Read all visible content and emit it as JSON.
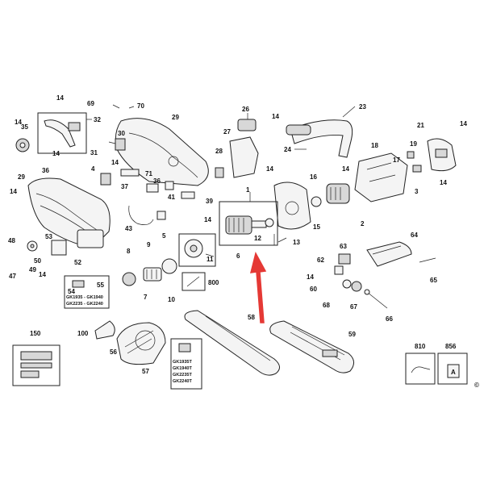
{
  "labels": {
    "l1": "1",
    "l2": "2",
    "l3": "3",
    "l4": "4",
    "l5": "5",
    "l6": "6",
    "l7": "7",
    "l8": "8",
    "l9": "9",
    "l10": "10",
    "l11": "11",
    "l12": "12",
    "l13": "13",
    "l14a": "14",
    "l14b": "14",
    "l14c": "14",
    "l14d": "14",
    "l14e": "14",
    "l14f": "14",
    "l14g": "14",
    "l14h": "14",
    "l14i": "14",
    "l14j": "14",
    "l14k": "14",
    "l15": "15",
    "l16": "16",
    "l17": "17",
    "l18": "18",
    "l19": "19",
    "l21": "21",
    "l23": "23",
    "l24": "24",
    "l26": "26",
    "l27": "27",
    "l28": "28",
    "l29a": "29",
    "l29b": "29",
    "l30": "30",
    "l31": "31",
    "l32": "32",
    "l35": "35",
    "l36a": "36",
    "l36b": "36",
    "l37": "37",
    "l39": "39",
    "l41": "41",
    "l43": "43",
    "l47": "47",
    "l48": "48",
    "l49": "49",
    "l50": "50",
    "l52": "52",
    "l53": "53",
    "l54": "54",
    "l55": "55",
    "l56": "56",
    "l57": "57",
    "l58": "58",
    "l59": "59",
    "l60": "60",
    "l62": "62",
    "l63": "63",
    "l64": "64",
    "l65": "65",
    "l66": "66",
    "l67": "67",
    "l68": "68",
    "l69": "69",
    "l70": "70",
    "l71": "71",
    "l100": "100",
    "l150": "150",
    "l800": "800",
    "l810": "810",
    "l856": "856"
  },
  "models_54": [
    "GK1935 - GK1940",
    "GK2235 - GK2240"
  ],
  "models_57": [
    "GK1935T",
    "GK1940T",
    "GK2235T",
    "GK2240T"
  ],
  "letter_a": "A",
  "copyright": "©",
  "arrow_color": "#e53935"
}
